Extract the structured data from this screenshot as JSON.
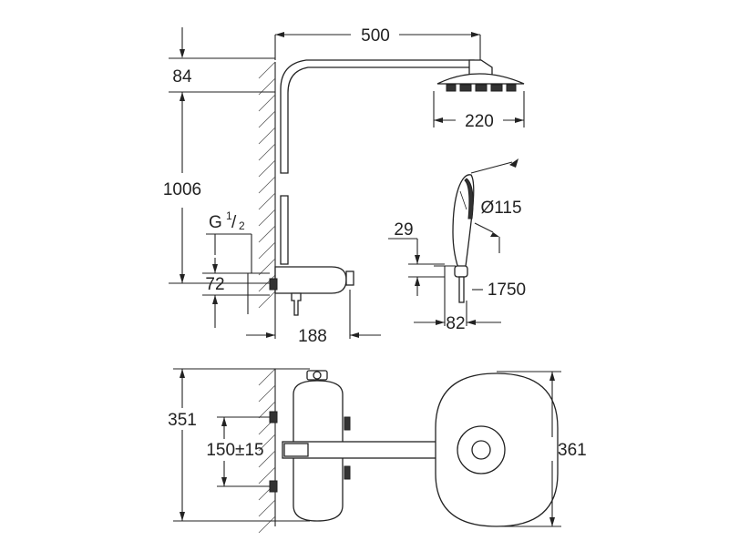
{
  "dimensions": {
    "arm_length": "500",
    "top_offset": "84",
    "head_diameter": "220",
    "height": "1006",
    "connection_thread": "G",
    "thread_fraction_num": "1",
    "thread_fraction_den": "2",
    "connection_height": "72",
    "projection": "188",
    "hand_shower_diameter": "Ø115",
    "holder_offset": "29",
    "hose_length": "1750",
    "holder_depth": "82",
    "panel_height": "351",
    "inlet_spacing": "150±15",
    "plate_height": "361"
  }
}
